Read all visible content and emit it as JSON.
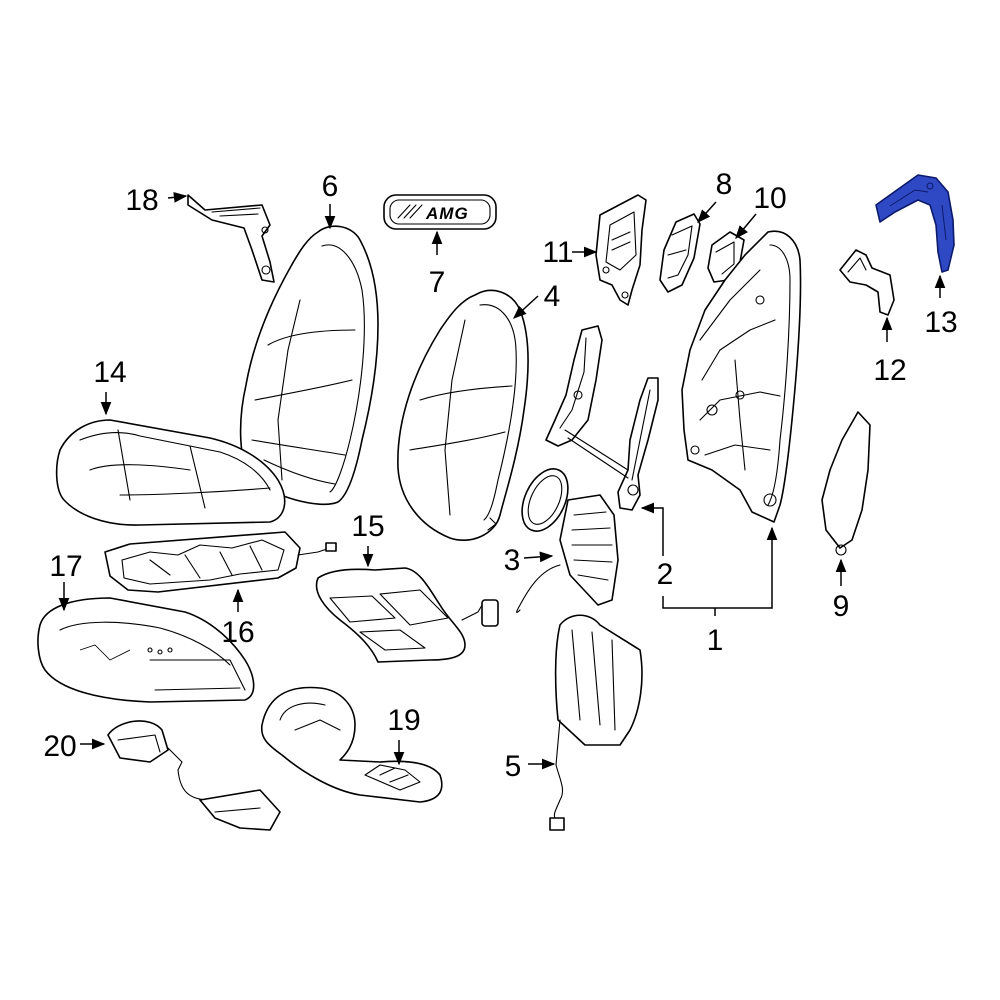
{
  "diagram": {
    "colors": {
      "line": "#000000",
      "background": "#ffffff",
      "highlight_fill": "#2f49c4",
      "highlight_stroke": "#0b1a6b"
    },
    "highlighted_part": "13",
    "badge_text": "AMG",
    "callouts": {
      "c1": "1",
      "c2": "2",
      "c3": "3",
      "c4": "4",
      "c5": "5",
      "c6": "6",
      "c7": "7",
      "c8": "8",
      "c9": "9",
      "c10": "10",
      "c11": "11",
      "c12": "12",
      "c13": "13",
      "c14": "14",
      "c15": "15",
      "c16": "16",
      "c17": "17",
      "c18": "18",
      "c19": "19",
      "c20": "20"
    }
  }
}
